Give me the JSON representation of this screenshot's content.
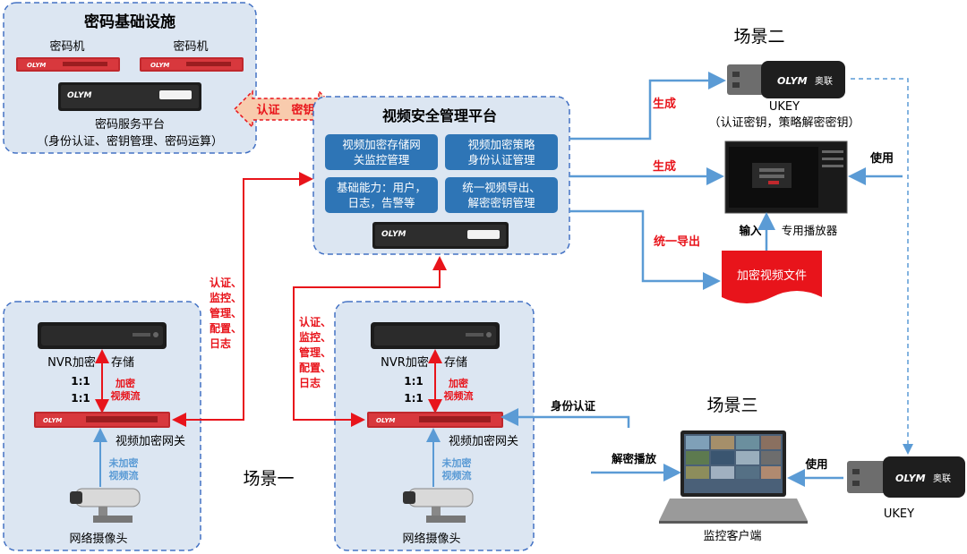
{
  "infra": {
    "title": "密码基础设施",
    "machine_left": "密码机",
    "machine_right": "密码机",
    "platform_line1": "密码服务平台",
    "platform_line2": "（身份认证、密钥管理、密码运算）"
  },
  "link_label": "认证　密钥",
  "platform": {
    "title": "视频安全管理平台",
    "box1_line1": "视频加密存储网",
    "box1_line2": "关监控管理",
    "box2_line1": "视频加密策略",
    "box2_line2": "身份认证管理",
    "box3_line1": "基础能力：用户，",
    "box3_line2": "日志，告警等",
    "box4_line1": "统一视频导出、",
    "box4_line2": "解密密钥管理"
  },
  "brand": {
    "name": "OLYM",
    "cn": "奥联"
  },
  "scene1": {
    "label": "场景一",
    "nvr": "NVR加密",
    "storage": "存储",
    "ratio1": "1:1",
    "ratio2": "1:1",
    "enc_stream_1": "加密",
    "enc_stream_2": "视频流",
    "gateway": "视频加密网关",
    "plain_stream_1": "未加密",
    "plain_stream_2": "视频流",
    "camera": "网络摄像头",
    "mgmt": [
      "认证、",
      "监控、",
      "管理、",
      "配置、",
      "日志"
    ]
  },
  "scene2_block": {
    "nvr": "NVR加密",
    "storage": "存储",
    "ratio1": "1:1",
    "ratio2": "1:1",
    "enc_stream_1": "加密",
    "enc_stream_2": "视频流",
    "gateway": "视频加密网关",
    "plain_stream_1": "未加密",
    "plain_stream_2": "视频流",
    "camera": "网络摄像头",
    "mgmt": [
      "认证、",
      "监控、",
      "管理、",
      "配置、",
      "日志"
    ]
  },
  "scene2": {
    "label": "场景二",
    "ukey_name": "UKEY",
    "ukey_desc": "（认证密钥，策略解密密钥）",
    "gen1": "生成",
    "gen2": "生成",
    "export": "统一导出",
    "use": "使用",
    "input": "输入",
    "player": "专用播放器",
    "file": "加密视频文件"
  },
  "scene3": {
    "label": "场景三",
    "auth": "身份认证",
    "decrypt": "解密播放",
    "use": "使用",
    "ukey": "UKEY",
    "client": "监控客户端"
  },
  "colors": {
    "red": "#e8141b",
    "blue": "#5b9bd5",
    "panel_bg": "#dce6f2",
    "panel_border": "#4472c4",
    "inner_box": "#2e75b6",
    "bidi_fill": "#f8cbad"
  }
}
